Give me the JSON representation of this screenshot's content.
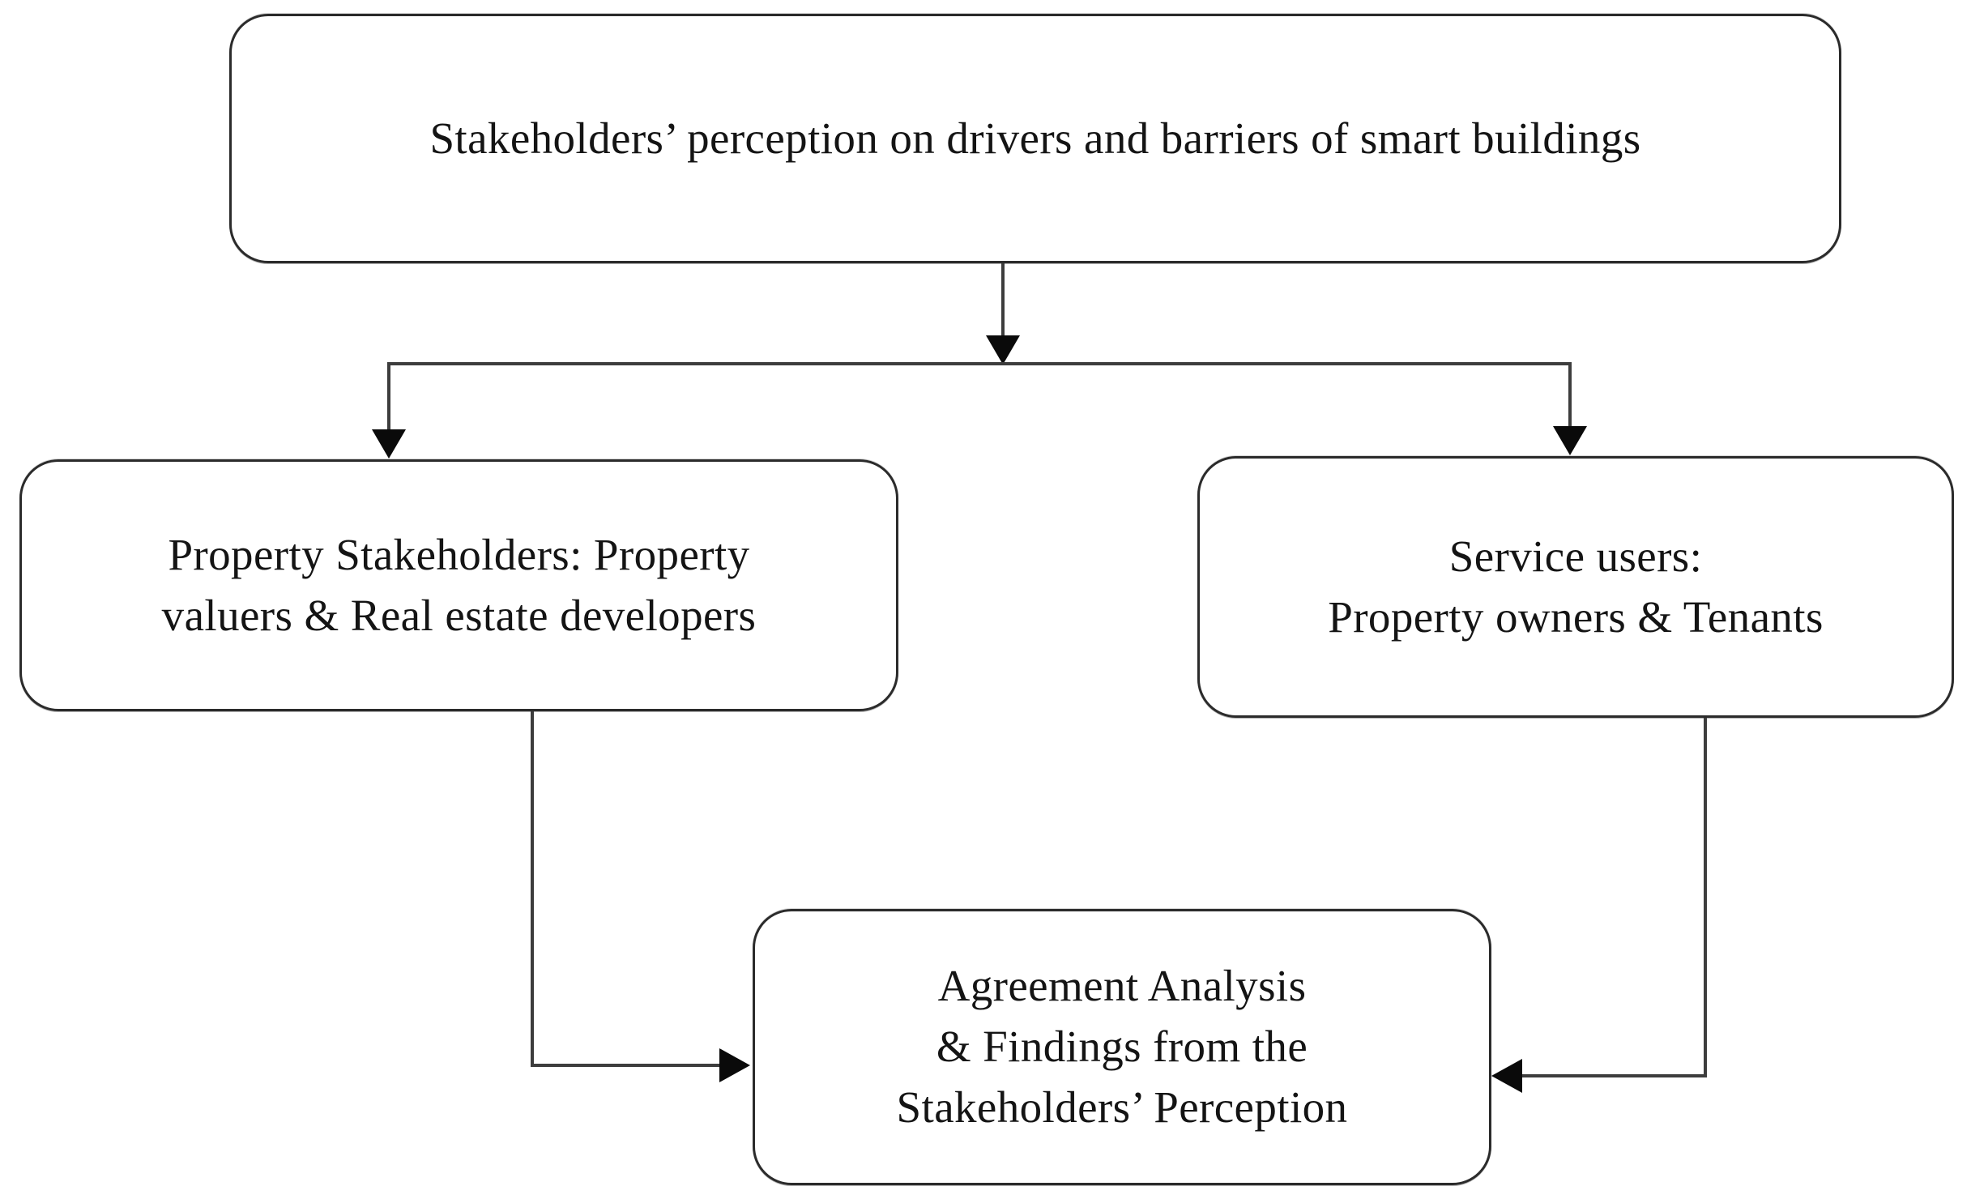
{
  "nodes": {
    "top": {
      "lines": [
        "Stakeholders’ perception on drivers and barriers of smart buildings"
      ]
    },
    "property_stakeholders": {
      "lines": [
        "Property Stakeholders: Property",
        "valuers & Real estate developers"
      ]
    },
    "service_users": {
      "lines": [
        "Service users:",
        "Property owners & Tenants"
      ]
    },
    "agreement": {
      "lines": [
        "Agreement Analysis",
        "& Findings from the",
        "Stakeholders’ Perception"
      ]
    }
  },
  "edges": [
    {
      "from": "top",
      "to": "property_stakeholders"
    },
    {
      "from": "top",
      "to": "service_users"
    },
    {
      "from": "property_stakeholders",
      "to": "agreement"
    },
    {
      "from": "service_users",
      "to": "agreement"
    }
  ],
  "colors": {
    "background": "#ffffff",
    "node_border": "#2b2b2b",
    "connector": "#3d3d3d",
    "arrowhead": "#0a0a0a",
    "text": "#141414"
  }
}
